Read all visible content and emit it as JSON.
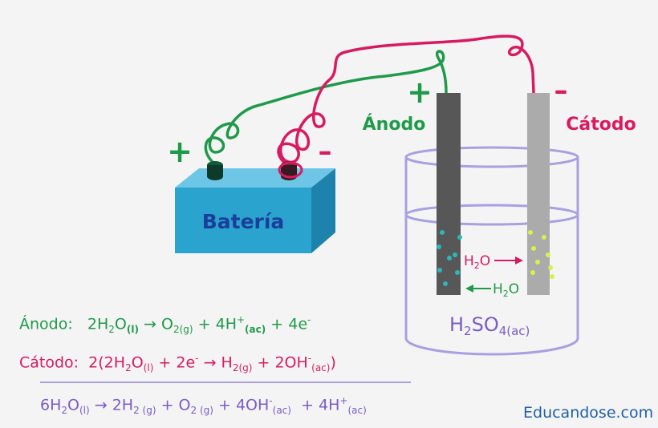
{
  "battery": {
    "label": "Batería",
    "plus": "+",
    "minus": "–"
  },
  "anode": {
    "label": "Ánodo",
    "sign": "+"
  },
  "cathode": {
    "label": "Cátodo",
    "sign": "–"
  },
  "electrolyte": {
    "base": "H",
    "sub1": "2",
    "mid": "SO",
    "sub2": "4(ac)"
  },
  "water_arrow_right": {
    "base": "H",
    "sub": "2",
    "tail": "O"
  },
  "water_arrow_left": {
    "base": "H",
    "sub": "2",
    "tail": "O"
  },
  "equations": {
    "anodo": {
      "label": "Ánodo:",
      "l1": "2H",
      "s1": "2",
      "l2": "O",
      "s2": "(l)",
      "arrow": "→",
      "l3": "O",
      "s3": "2(g)",
      "l4": "+ 4H",
      "sp4": "+",
      "s4": "(ac)",
      "l5": "+ 4e",
      "sp5": "-"
    },
    "catodo": {
      "label": "Cátodo:",
      "l1": "2(2H",
      "s1": "2",
      "l2": "O",
      "s2": "(l)",
      "l3": "+ 2e",
      "sp3": "-",
      "arrow": "→",
      "l4": "H",
      "s4": "2(g)",
      "l5": "+ 2OH",
      "sp5": "-",
      "s5": "(ac)",
      "l6": ")"
    },
    "total": {
      "l1": "6H",
      "s1": "2",
      "l2": "O",
      "s2": "(l)",
      "arrow": "→",
      "l3": "2H",
      "s3": "2 (g)",
      "l4": "+ O",
      "s4": "2 (g)",
      "l5": "+ 4OH",
      "sp5": "-",
      "s5": "(ac)",
      "l6": "+ 4H",
      "sp6": "+",
      "s6": "(ac)"
    }
  },
  "brand": "Educandose.com",
  "colors": {
    "green": "#1f9a4a",
    "pink": "#d81b60",
    "battery": "#2aa3cf",
    "anode_electrode": "#575757",
    "cathode_electrode": "#ababab",
    "beaker": "#a8a0e0",
    "bubble_anode": "#2fb6b6",
    "bubble_cathode": "#d8f04a"
  }
}
